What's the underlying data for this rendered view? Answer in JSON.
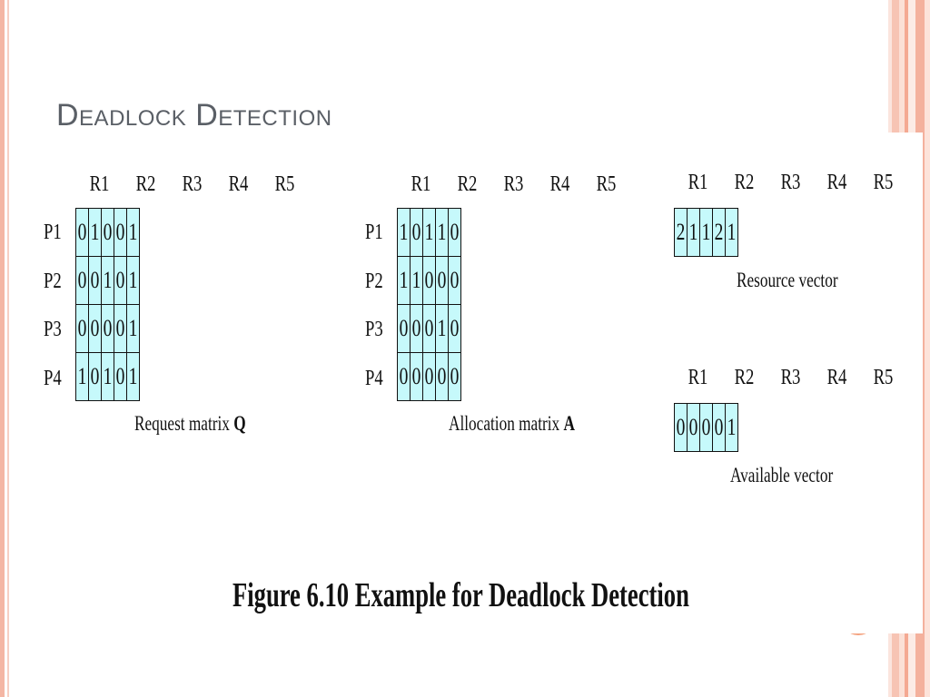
{
  "slide": {
    "title": "Deadlock Detection"
  },
  "request_matrix": {
    "columns": [
      "R1",
      "R2",
      "R3",
      "R4",
      "R5"
    ],
    "rows": [
      "P1",
      "P2",
      "P3",
      "P4"
    ],
    "values": [
      [
        "0",
        "1",
        "0",
        "0",
        "1"
      ],
      [
        "0",
        "0",
        "1",
        "0",
        "1"
      ],
      [
        "0",
        "0",
        "0",
        "0",
        "1"
      ],
      [
        "1",
        "0",
        "1",
        "0",
        "1"
      ]
    ],
    "caption": "Request matrix",
    "caption_symbol": "Q"
  },
  "allocation_matrix": {
    "columns": [
      "R1",
      "R2",
      "R3",
      "R4",
      "R5"
    ],
    "rows": [
      "P1",
      "P2",
      "P3",
      "P4"
    ],
    "values": [
      [
        "1",
        "0",
        "1",
        "1",
        "0"
      ],
      [
        "1",
        "1",
        "0",
        "0",
        "0"
      ],
      [
        "0",
        "0",
        "0",
        "1",
        "0"
      ],
      [
        "0",
        "0",
        "0",
        "0",
        "0"
      ]
    ],
    "caption": "Allocation matrix",
    "caption_symbol": "A"
  },
  "resource_vector": {
    "columns": [
      "R1",
      "R2",
      "R3",
      "R4",
      "R5"
    ],
    "values": [
      "2",
      "1",
      "1",
      "2",
      "1"
    ],
    "caption": "Resource vector"
  },
  "available_vector": {
    "columns": [
      "R1",
      "R2",
      "R3",
      "R4",
      "R5"
    ],
    "values": [
      "0",
      "0",
      "0",
      "0",
      "1"
    ],
    "caption": "Available vector"
  },
  "figure_caption": "Figure 6.10   Example for Deadlock Detection",
  "colors": {
    "cell_fill": "#c6f9fb",
    "title": "#5a5f66",
    "accent": "#f4b19d"
  }
}
